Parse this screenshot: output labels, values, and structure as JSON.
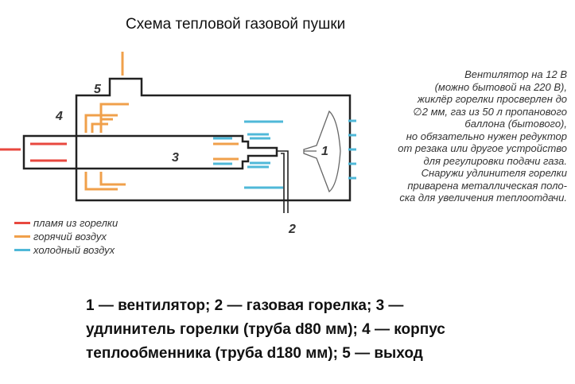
{
  "title": "Схема тепловой газовой пушки",
  "labels": {
    "l1": "1",
    "l2": "2",
    "l3": "3",
    "l4": "4",
    "l5": "5"
  },
  "note_lines": [
    "Вентилятор на 12 В",
    "(можно бытовой на 220 В),",
    "жиклёр горелки просверлен до",
    "∅2 мм, газ из 50 л пропанового",
    "баллона (бытового),",
    "но обязательно нужен редуктор",
    "от резака или другое устройство",
    "для регулировки подачи газа.",
    "Снаружи удлинителя горелки",
    "приварена металлическая поло-",
    "ска для увеличения теплоотдачи."
  ],
  "legend": [
    {
      "label": "пламя из горелки",
      "color": "#e8483f"
    },
    {
      "label": "горячий воздух",
      "color": "#f0a04b"
    },
    {
      "label": "холодный воздух",
      "color": "#4fb8d8"
    }
  ],
  "caption_lines": [
    "1 — вентилятор; 2 — газовая горелка; 3 —",
    "удлинитель горелки (труба d80 мм); 4 — корпус",
    "теплообменника (труба d180 мм); 5 — выход"
  ]
}
